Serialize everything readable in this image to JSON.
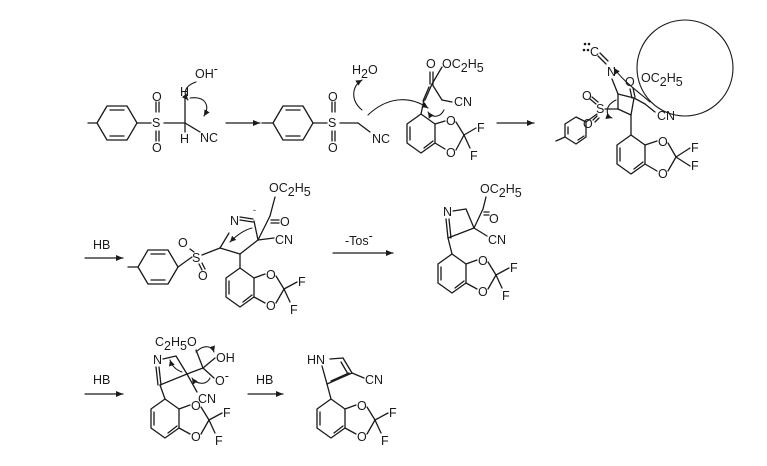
{
  "labels": {
    "oh_minus": "OH",
    "oh_charge": "-",
    "h_top": "H",
    "h_bottom": "H",
    "nc1": "NC",
    "s1": "S",
    "o1a": "O",
    "o1b": "O",
    "h2o": "H",
    "h2o_2": "2",
    "h2o_o": "O",
    "nc2": "NC",
    "s2": "S",
    "o2a": "O",
    "o2b": "O",
    "ester_o": "O",
    "ester_oc": "OC",
    "ester_2": "2",
    "ester_h": "H",
    "ester_5": "5",
    "cn": "CN",
    "o_ring1": "O",
    "o_ring2": "O",
    "f1": "F",
    "f2": "F",
    "hb1": "HB",
    "tos": "-Tos",
    "tos_charge": "-",
    "hb2": "HB",
    "hb3": "HB",
    "hn": "HN",
    "n": "N",
    "c_iso": "C",
    "oh": "OH",
    "o_minus": "O",
    "o_minus_charge": "-",
    "c2h5o": "C",
    "c2h5o_2": "2",
    "c2h5o_h": "H",
    "c2h5o_5": "5",
    "c2h5o_o": "O"
  }
}
